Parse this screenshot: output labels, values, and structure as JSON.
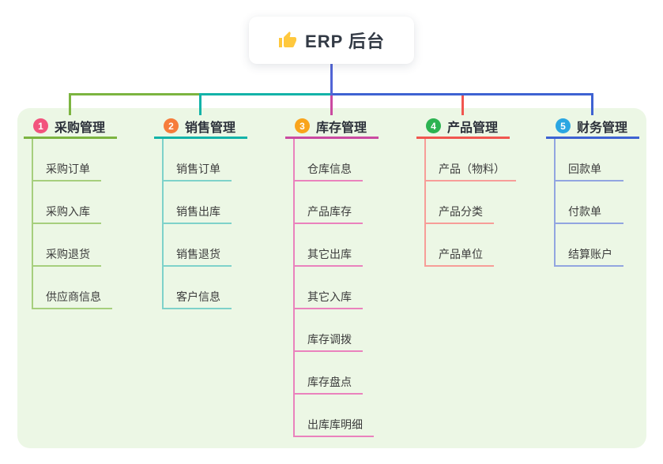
{
  "root": {
    "title": "ERP 后台",
    "icon": "thumbs-up-icon"
  },
  "branches": [
    {
      "index": "1",
      "title": "采购管理",
      "badge_color": "#f2537d",
      "line_color": "#7cb440",
      "child_line_color": "#a6cf7d",
      "children": [
        "采购订单",
        "采购入库",
        "采购退货",
        "供应商信息"
      ]
    },
    {
      "index": "2",
      "title": "销售管理",
      "badge_color": "#f67c3b",
      "line_color": "#13b3a8",
      "child_line_color": "#7ed2ca",
      "children": [
        "销售订单",
        "销售出库",
        "销售退货",
        "客户信息"
      ]
    },
    {
      "index": "3",
      "title": "库存管理",
      "badge_color": "#f9a41b",
      "line_color": "#ca4aa1",
      "child_line_color": "#ea82bd",
      "children": [
        "仓库信息",
        "产品库存",
        "其它出库",
        "其它入库",
        "库存调拨",
        "库存盘点",
        "出库库明细"
      ]
    },
    {
      "index": "4",
      "title": "产品管理",
      "badge_color": "#2cb351",
      "line_color": "#f1564f",
      "child_line_color": "#f79d98",
      "children": [
        "产品（物料）",
        "产品分类",
        "产品单位"
      ]
    },
    {
      "index": "5",
      "title": "财务管理",
      "badge_color": "#2aa6e2",
      "line_color": "#3e62d2",
      "child_line_color": "#92a5e0",
      "children": [
        "回款单",
        "付款单",
        "结算账户"
      ]
    }
  ],
  "colors": {
    "panel_bg": "#ecf7e5",
    "root_stem_blue": "#5265d6",
    "thumb_yellow": "#ffc83d",
    "title_text": "#2c313a",
    "child_text": "#3c3c3c"
  }
}
